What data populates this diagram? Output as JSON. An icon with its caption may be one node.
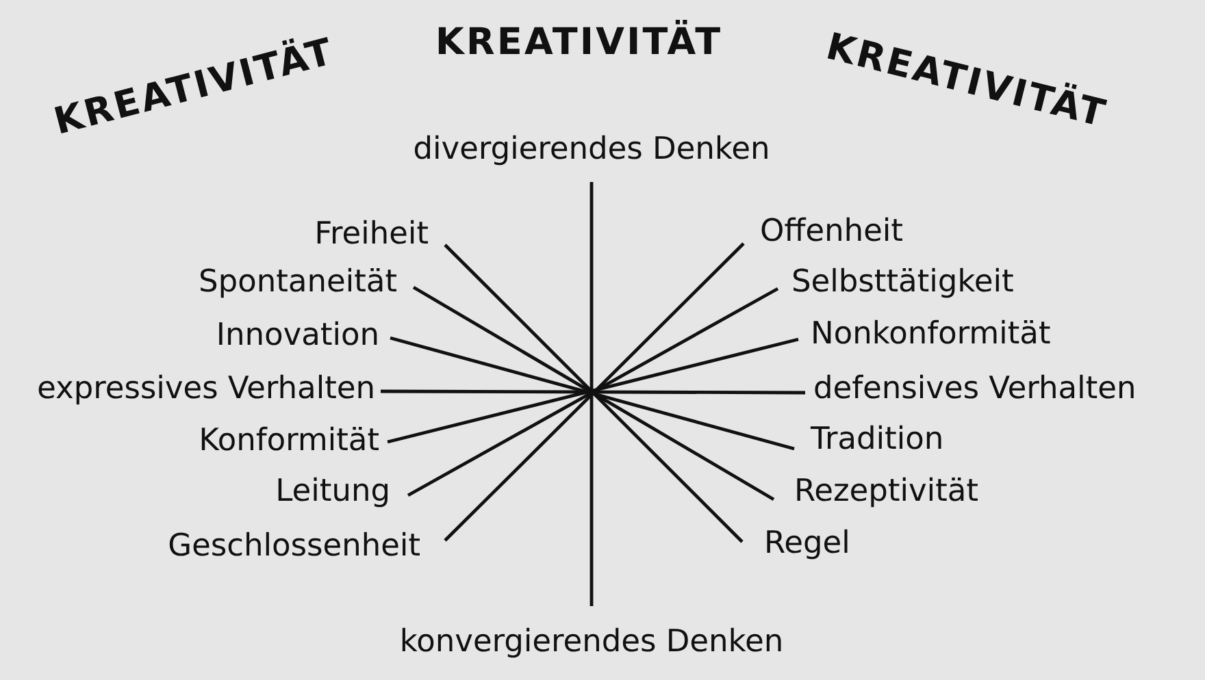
{
  "diagram": {
    "nodes": [
      {
        "text": [
          "divergierendes Denken"
        ]
      },
      {
        "text": [
          "Freiheit"
        ]
      },
      {
        "text": [
          "Offenheit"
        ]
      },
      {
        "text": [
          "Spontaneität"
        ]
      },
      {
        "text": [
          "Selbsttätigkeit"
        ]
      },
      {
        "text": [
          "Innovation"
        ]
      },
      {
        "text": [
          "Nonkonformität"
        ]
      },
      {
        "text": [
          "expressives Verhalten"
        ]
      },
      {
        "text": [
          "defensives Verhalten"
        ]
      },
      {
        "text": [
          "Konformität"
        ]
      },
      {
        "text": [
          "Tradition"
        ]
      },
      {
        "text": [
          "Leitung"
        ]
      },
      {
        "text": [
          "Rezeptivität"
        ]
      },
      {
        "text": [
          "Geschlossenheit"
        ]
      },
      {
        "text": [
          "Regel"
        ]
      },
      {
        "text": [
          "konvergierendes Denken"
        ]
      }
    ],
    "edges": [
      {
        "from": 0,
        "to": 15,
        "arrow": "none"
      },
      {
        "from": 1,
        "to": 14,
        "arrow": "none"
      },
      {
        "from": 3,
        "to": 12,
        "arrow": "none"
      },
      {
        "from": 5,
        "to": 10,
        "arrow": "none"
      },
      {
        "from": 7,
        "to": 8,
        "arrow": "none"
      },
      {
        "from": 9,
        "to": 6,
        "arrow": "none"
      },
      {
        "from": 11,
        "to": 4,
        "arrow": "none"
      },
      {
        "from": 13,
        "to": 2,
        "arrow": "none"
      }
    ],
    "labels": [
      "KREATIVITÄT",
      "KREATIVITÄT",
      "KREATIVITÄT"
    ]
  }
}
